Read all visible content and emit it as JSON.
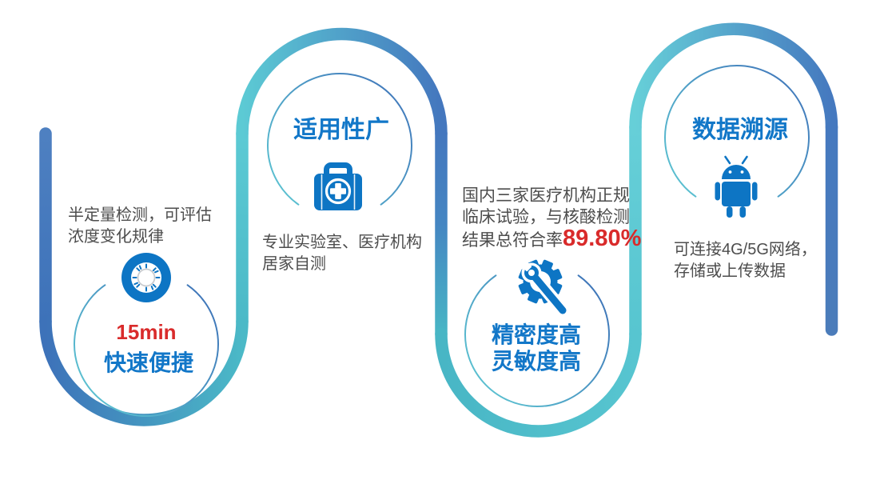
{
  "colors": {
    "path_blue": "#4577bd",
    "path_teal": "#55c2cd",
    "icon_blue": "#0d75c4",
    "title_blue": "#1277c8",
    "highlight_red": "#d92b2b",
    "body_text": "#4d4d4d"
  },
  "sections": [
    {
      "title": "快速便捷",
      "highlight": "15min",
      "description": [
        "半定量检测，可评估",
        "浓度变化规律"
      ],
      "icon": "clock-icon"
    },
    {
      "title": "适用性广",
      "description": [
        "专业实验室、医疗机构",
        "居家自测"
      ],
      "icon": "first-aid-kit-icon"
    },
    {
      "title": [
        "精密度高",
        "灵敏度高"
      ],
      "description": [
        "国内三家医疗机构正规",
        "临床试验，与核酸检测"
      ],
      "description_line3_prefix": "结果总符合率",
      "highlight": "89.80%",
      "icon": "gear-wrench-icon"
    },
    {
      "title": "数据溯源",
      "description": [
        "可连接4G/5G网络，",
        "存储或上传数据"
      ],
      "icon": "android-icon"
    }
  ]
}
